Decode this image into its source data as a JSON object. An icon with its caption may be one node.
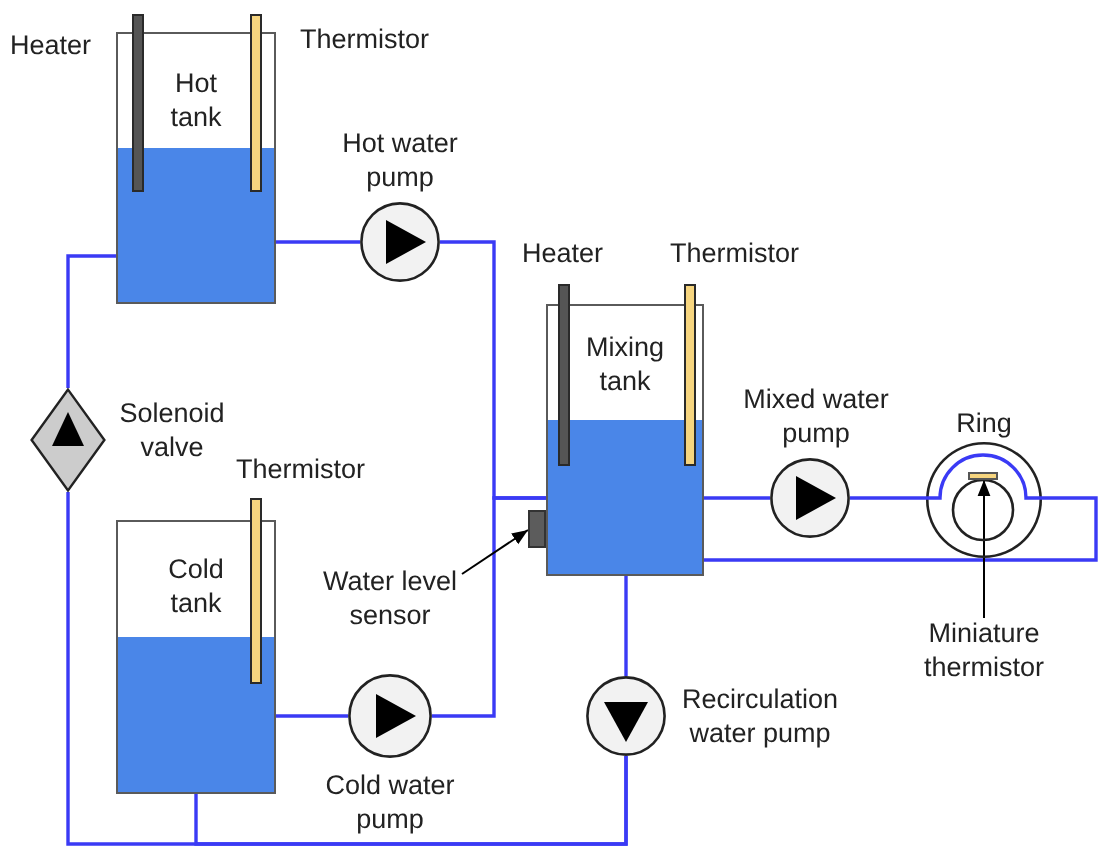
{
  "diagram": {
    "nodes": [
      {
        "text": [
          "Hot tank"
        ]
      },
      {
        "text": [],
        "shape": "circle",
        "beside": [
          "Hot water pump"
        ]
      },
      {
        "text": [],
        "shape": "diamond",
        "beside": [
          "Solenoid valve"
        ]
      },
      {
        "text": [
          "Cold tank"
        ]
      },
      {
        "text": [],
        "shape": "circle",
        "beside": [
          "Cold water pump"
        ]
      },
      {
        "text": [
          "Mixing tank"
        ]
      },
      {
        "text": [
          "Water level sensor"
        ]
      },
      {
        "text": [],
        "shape": "box"
      },
      {
        "text": [],
        "shape": "circle",
        "beside": [
          "Mixed water pump"
        ]
      },
      {
        "text": [],
        "shape": "circle",
        "beside": [
          "Ring"
        ]
      },
      {
        "text": [],
        "shape": "circle",
        "beside": [
          "Recirculation water pump"
        ]
      },
      {
        "text": [
          "Miniature thermistor"
        ]
      },
      {
        "text": [],
        "shape": "bar",
        "in": 9
      }
    ],
    "edges": [
      {
        "from": 0,
        "to": 1,
        "arrow": "none"
      },
      {
        "from": 1,
        "to": 5,
        "arrow": "none"
      },
      {
        "from": 3,
        "to": 4,
        "arrow": "none"
      },
      {
        "from": 4,
        "to": 5,
        "arrow": "none"
      },
      {
        "from": 0,
        "to": 2,
        "arrow": "none"
      },
      {
        "from": 10,
        "to": 2,
        "arrow": "none"
      },
      {
        "from": 10,
        "to": 3,
        "arrow": "none"
      },
      {
        "from": 5,
        "to": 10,
        "arrow": "none"
      },
      {
        "from": 5,
        "to": 8,
        "arrow": "none"
      },
      {
        "from": 8,
        "to": 9,
        "arrow": "none"
      },
      {
        "from": 9,
        "to": 5,
        "arrow": "none"
      },
      {
        "from": 6,
        "to": 7,
        "arrow": "to",
        "color": "#000000"
      },
      {
        "from": 11,
        "to": 12,
        "arrow": "to",
        "color": "#000000"
      }
    ],
    "labels": [
      "Heater",
      "Thermistor",
      "Heater",
      "Thermistor",
      "Thermistor"
    ]
  }
}
